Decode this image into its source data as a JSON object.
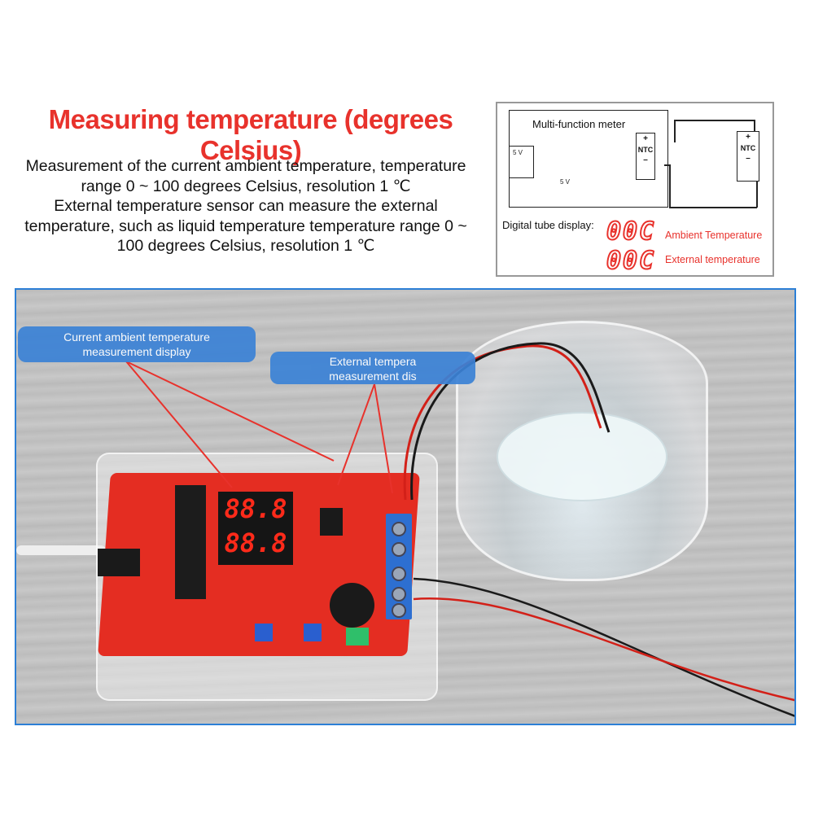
{
  "header": {
    "title": "Measuring temperature (degrees Celsius)",
    "description": [
      "Measurement of the current ambient temperature, temperature range 0 ~ 100 degrees Celsius, resolution 1 ℃",
      "External temperature sensor can measure the external temperature, such as liquid temperature temperature range 0 ~ 100 degrees Celsius, resolution 1 ℃"
    ]
  },
  "diagram": {
    "meter_label": "Multi-function meter",
    "voltage_left": "5 V",
    "voltage_mid": "5 V",
    "sensor_label": "NTC",
    "plus": "+",
    "minus": "–",
    "digital_tube_label": "Digital tube display:",
    "display_ambient": "00C",
    "display_external": "00C",
    "ambient_label": "Ambient Temperature",
    "external_label": "External temperature"
  },
  "photo": {
    "callout_ambient": [
      "Current ambient temperature",
      "measurement display"
    ],
    "callout_external": [
      "External tempera",
      "measurement dis"
    ],
    "display_row1": "88.8",
    "display_row2": "88.8",
    "colors": {
      "callout": "#3b82d6",
      "pcb": "#e42d22",
      "frame": "#2c7fd6",
      "annotation_line": "#e8322c"
    }
  }
}
